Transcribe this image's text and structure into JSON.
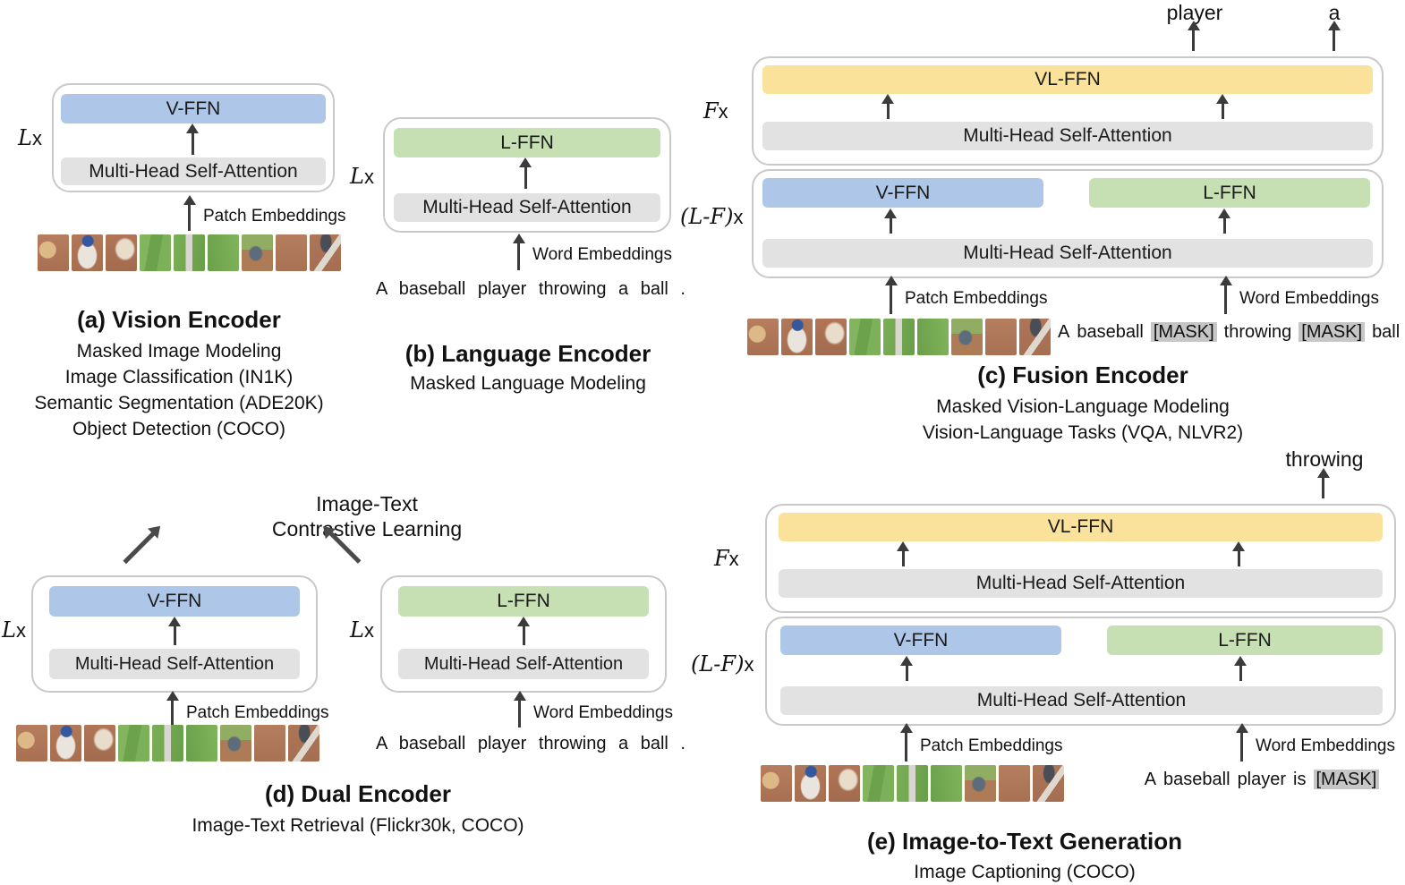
{
  "colors": {
    "v_ffn": "#aec6e8",
    "l_ffn": "#c6dfb3",
    "vl_ffn": "#fae29a",
    "mhsa": "#e2e2e2",
    "mask_bg": "#c6c6c6",
    "container_border": "#c9c9c9",
    "arrow": "#3b3b3b"
  },
  "shared": {
    "v_ffn": "V-FFN",
    "l_ffn": "L-FFN",
    "vl_ffn": "VL-FFN",
    "mhsa": "Multi-Head Self-Attention",
    "patch_embeddings": "Patch Embeddings",
    "word_embeddings": "Word Embeddings",
    "mult_l_it": "L",
    "mult_f_it": "F",
    "mult_lf_it": "(L-F)",
    "mult_x": "x"
  },
  "panel_a": {
    "caption": "(a) Vision Encoder",
    "tasks": [
      "Masked Image Modeling",
      "Image Classification (IN1K)",
      "Semantic Segmentation (ADE20K)",
      "Object Detection (COCO)"
    ]
  },
  "panel_b": {
    "caption": "(b) Language Encoder",
    "tasks": [
      "Masked Language Modeling"
    ],
    "sentence": "A baseball player throwing a ball ."
  },
  "panel_c": {
    "caption": "(c) Fusion Encoder",
    "tasks": [
      "Masked Vision-Language Modeling",
      "Vision-Language Tasks (VQA, NLVR2)"
    ],
    "outputs": [
      "player",
      "a"
    ],
    "tokens": [
      {
        "t": "A"
      },
      {
        "t": "baseball"
      },
      {
        "t": "[MASK]",
        "m": true
      },
      {
        "t": "throwing"
      },
      {
        "t": "[MASK]",
        "m": true
      },
      {
        "t": "ball"
      }
    ]
  },
  "panel_d": {
    "caption": "(d) Dual Encoder",
    "tasks": [
      "Image-Text Retrieval (Flickr30k, COCO)"
    ],
    "objective_line1": "Image-Text",
    "objective_line2": "Contrastive Learning",
    "sentence": "A baseball player throwing a ball ."
  },
  "panel_e": {
    "caption": "(e) Image-to-Text Generation",
    "tasks": [
      "Image Captioning (COCO)"
    ],
    "output": "throwing",
    "tokens": [
      {
        "t": "A"
      },
      {
        "t": "baseball"
      },
      {
        "t": "player"
      },
      {
        "t": "is"
      },
      {
        "t": "[MASK]",
        "m": true
      }
    ]
  }
}
